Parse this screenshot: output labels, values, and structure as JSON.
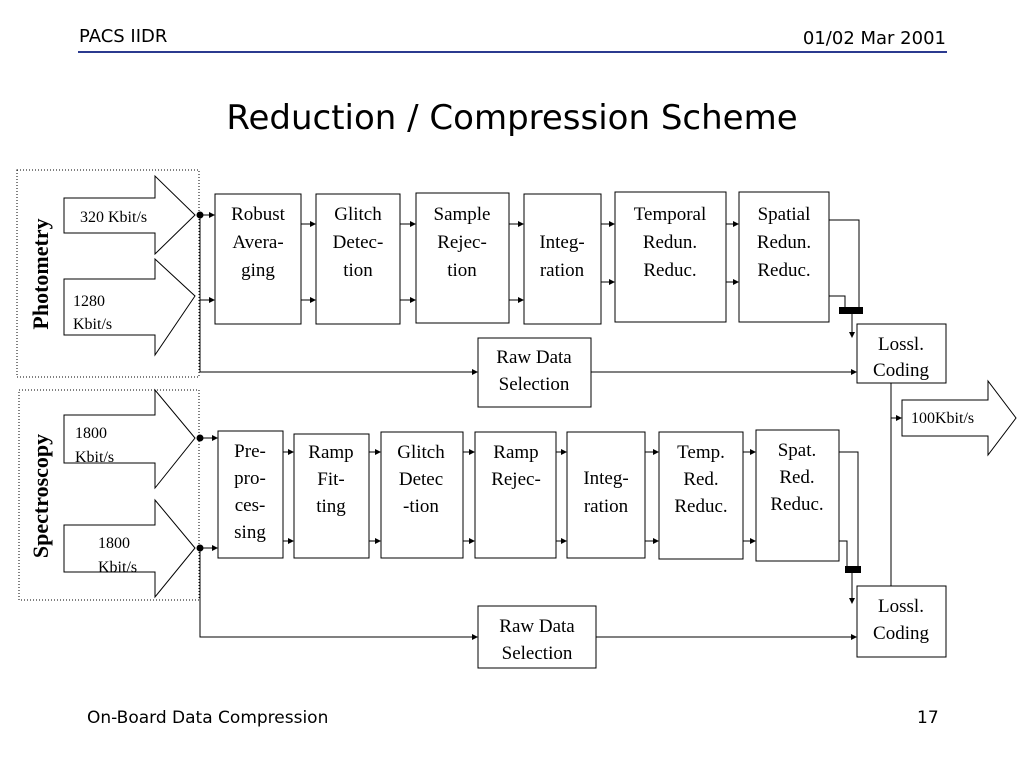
{
  "header": {
    "left": "PACS IIDR",
    "right": "01/02 Mar 2001"
  },
  "title": "Reduction / Compression Scheme",
  "footer": {
    "left": "On-Board Data Compression",
    "page": "17"
  },
  "sections": {
    "photometry": "Photometry",
    "spectroscopy": "Spectroscopy"
  },
  "inputs": {
    "phot_1": [
      "320 Kbit/s"
    ],
    "phot_2": [
      "1280",
      "Kbit/s"
    ],
    "spec_1": [
      "1800",
      "Kbit/s"
    ],
    "spec_2": [
      "1800",
      "Kbit/s"
    ]
  },
  "photometry_blocks": {
    "robust": [
      "Robust",
      "Avera-",
      "ging"
    ],
    "glitch": [
      "Glitch",
      "Detec-",
      "tion"
    ],
    "sample": [
      "Sample",
      "Rejec-",
      "tion"
    ],
    "integ": [
      "Integ-",
      "ration"
    ],
    "temporal": [
      "Temporal",
      "Redun.",
      "Reduc."
    ],
    "spatial": [
      "Spatial",
      "Redun.",
      "Reduc."
    ]
  },
  "spectroscopy_blocks": {
    "pre": [
      "Pre-",
      "pro-",
      "ces-",
      "sing"
    ],
    "ramp_fit": [
      "Ramp",
      "Fit-",
      "ting"
    ],
    "glitch": [
      "Glitch",
      "Detec",
      "-tion"
    ],
    "ramp_rej": [
      "Ramp",
      "Rejec-"
    ],
    "integ": [
      "Integ-",
      "ration"
    ],
    "temp": [
      "Temp.",
      "Red.",
      "Reduc."
    ],
    "spat": [
      "Spat.",
      "Red.",
      "Reduc."
    ]
  },
  "raw_data_phot": [
    "Raw Data",
    "Selection"
  ],
  "raw_data_spec": [
    "Raw Data",
    "Selection"
  ],
  "lossless_phot": [
    "Lossl.",
    "Coding"
  ],
  "lossless_spec": [
    "Lossl.",
    "Coding"
  ],
  "output": "100Kbit/s"
}
